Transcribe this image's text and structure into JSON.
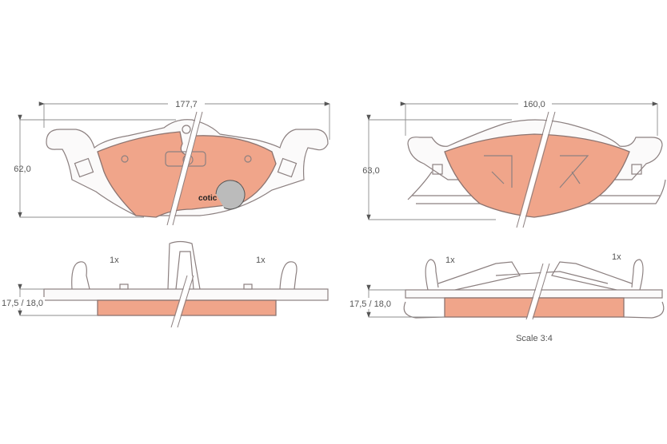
{
  "views": {
    "left_top": {
      "width_dim": "177,7",
      "height_dim": "62,0",
      "logo": "cotic"
    },
    "right_top": {
      "width_dim": "160,0",
      "height_dim": "63,0"
    },
    "left_side": {
      "thickness_dim": "17,5 / 18,0",
      "qty_left": "1x",
      "qty_right": "1x"
    },
    "right_side": {
      "thickness_dim": "17,5 / 18,0",
      "qty_left": "1x",
      "qty_right": "1x"
    }
  },
  "scale": "Scale 3:4",
  "colors": {
    "pad": "#f0a58a",
    "outline": "#8c8080"
  }
}
